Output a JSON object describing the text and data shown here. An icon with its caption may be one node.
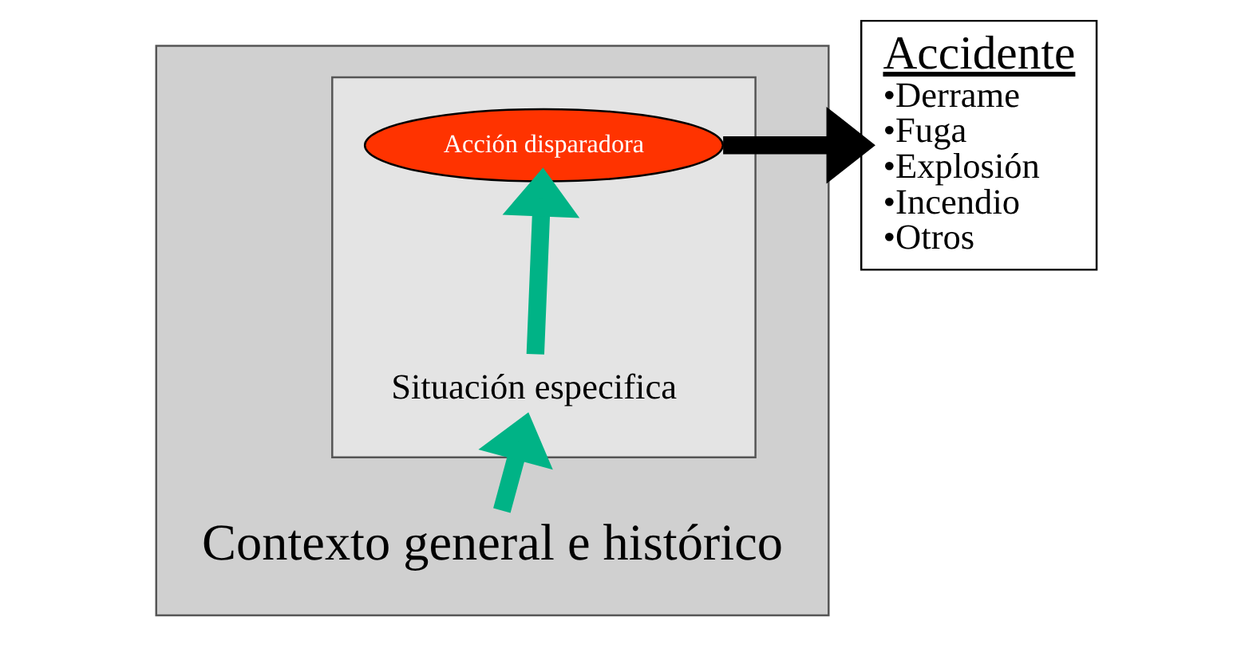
{
  "diagram": {
    "nodes": [
      {
        "text": [
          "Contexto general e histórico"
        ]
      },
      {
        "text": [
          "Situación especifica"
        ],
        "in": 0
      },
      {
        "text": [
          "Acción disparadora"
        ],
        "in": 1
      },
      {
        "text": [
          "Accidente",
          "•Derrame",
          "•Fuga",
          "•Explosión",
          "•Incendio",
          "•Otros"
        ]
      }
    ],
    "edges": [
      {
        "from": 0,
        "to": 1,
        "arrow": "to"
      },
      {
        "from": 1,
        "to": 2,
        "arrow": "to"
      },
      {
        "from": 2,
        "to": 3,
        "arrow": "to",
        "color": "#000000"
      }
    ]
  }
}
